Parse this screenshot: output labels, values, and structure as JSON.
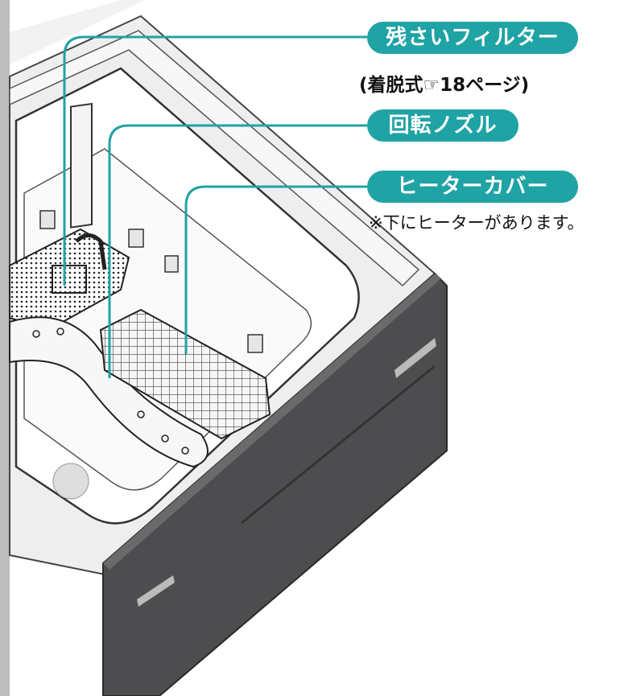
{
  "colors": {
    "label_bg": "#1fa3a5",
    "leader_line": "#1fa3a5",
    "panel_dark": "#4d4d4f",
    "panel_edge": "#3a3a3c"
  },
  "labels": {
    "residue_filter": "残さいフィルター",
    "residue_filter_note": "(着脱式☞18ページ)",
    "rotating_nozzle": "回転ノズル",
    "heater_cover": "ヒーターカバー",
    "heater_cover_note": "※下にヒーターがあります。"
  }
}
